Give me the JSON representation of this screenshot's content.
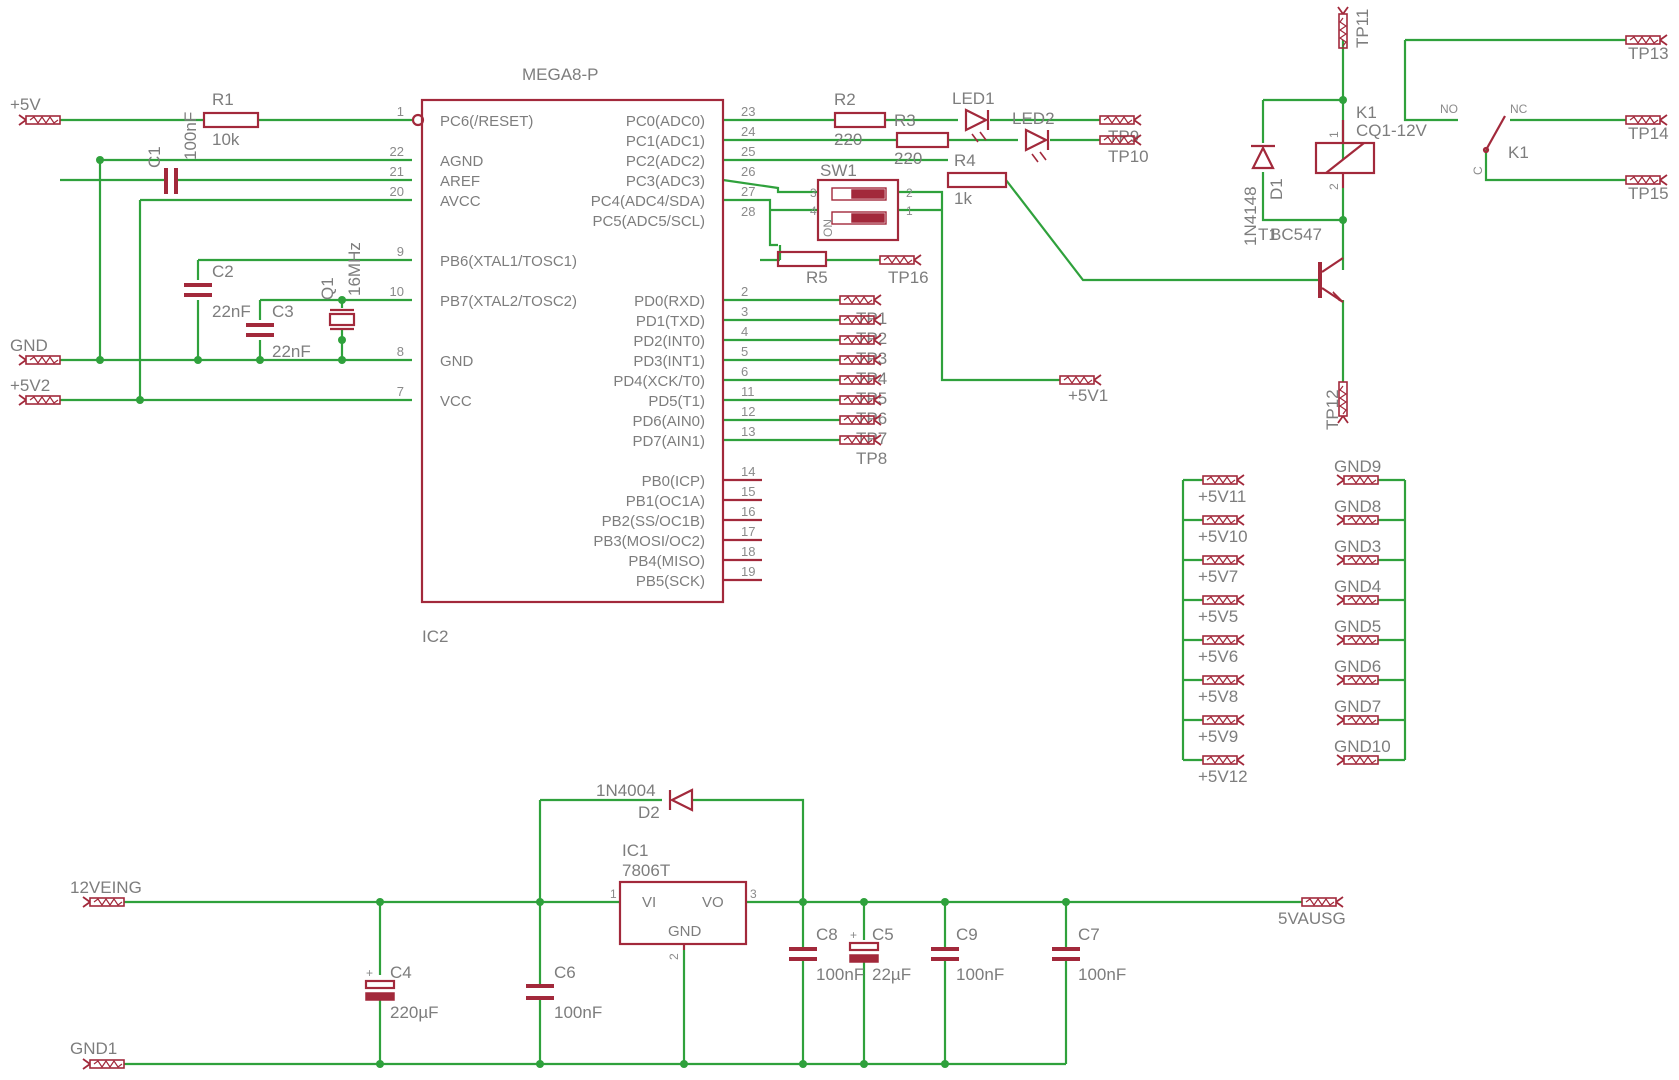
{
  "ic2": {
    "part": "MEGA8-P",
    "name": "IC2",
    "left_pins": [
      {
        "num": "1",
        "name": "PC6(/RESET)"
      },
      {
        "num": "22",
        "name": "AGND"
      },
      {
        "num": "21",
        "name": "AREF"
      },
      {
        "num": "20",
        "name": "AVCC"
      },
      {
        "num": "9",
        "name": "PB6(XTAL1/TOSC1)"
      },
      {
        "num": "10",
        "name": "PB7(XTAL2/TOSC2)"
      },
      {
        "num": "8",
        "name": "GND"
      },
      {
        "num": "7",
        "name": "VCC"
      }
    ],
    "right_pins": [
      {
        "num": "23",
        "name": "PC0(ADC0)"
      },
      {
        "num": "24",
        "name": "PC1(ADC1)"
      },
      {
        "num": "25",
        "name": "PC2(ADC2)"
      },
      {
        "num": "26",
        "name": "PC3(ADC3)"
      },
      {
        "num": "27",
        "name": "PC4(ADC4/SDA)"
      },
      {
        "num": "28",
        "name": "PC5(ADC5/SCL)"
      },
      {
        "num": "2",
        "name": "PD0(RXD)"
      },
      {
        "num": "3",
        "name": "PD1(TXD)"
      },
      {
        "num": "4",
        "name": "PD2(INT0)"
      },
      {
        "num": "5",
        "name": "PD3(INT1)"
      },
      {
        "num": "6",
        "name": "PD4(XCK/T0)"
      },
      {
        "num": "11",
        "name": "PD5(T1)"
      },
      {
        "num": "12",
        "name": "PD6(AIN0)"
      },
      {
        "num": "13",
        "name": "PD7(AIN1)"
      },
      {
        "num": "14",
        "name": "PB0(ICP)"
      },
      {
        "num": "15",
        "name": "PB1(OC1A)"
      },
      {
        "num": "16",
        "name": "PB2(SS/OC1B)"
      },
      {
        "num": "17",
        "name": "PB3(MOSI/OC2)"
      },
      {
        "num": "18",
        "name": "PB4(MISO)"
      },
      {
        "num": "19",
        "name": "PB5(SCK)"
      }
    ]
  },
  "components": {
    "r1": {
      "name": "R1",
      "value": "10k"
    },
    "r2": {
      "name": "R2",
      "value": "220"
    },
    "r3": {
      "name": "R3",
      "value": "220"
    },
    "r4": {
      "name": "R4",
      "value": "1k"
    },
    "r5": {
      "name": "R5"
    },
    "c1": {
      "name": "C1",
      "value": "100nF"
    },
    "c2": {
      "name": "C2",
      "value": "22nF"
    },
    "c3": {
      "name": "C3",
      "value": "22nF"
    },
    "c4": {
      "name": "C4",
      "value": "220µF"
    },
    "c5": {
      "name": "C5",
      "value": "22µF"
    },
    "c6": {
      "name": "C6",
      "value": "100nF"
    },
    "c7": {
      "name": "C7",
      "value": "100nF"
    },
    "c8": {
      "name": "C8",
      "value": "100nF"
    },
    "c9": {
      "name": "C9",
      "value": "100nF"
    },
    "q1": {
      "name": "Q1",
      "value": "16MHz"
    },
    "led1": {
      "name": "LED1"
    },
    "led2": {
      "name": "LED2"
    },
    "sw1": {
      "name": "SW1",
      "pins": [
        "3",
        "4",
        "2",
        "1"
      ],
      "on_label": "ON"
    },
    "k1": {
      "name": "K1",
      "part": "CQ1-12V",
      "contact_name": "K1",
      "pin1": "1",
      "pin2": "2",
      "no": "NO",
      "nc": "NC",
      "c": "C"
    },
    "d1": {
      "name": "D1",
      "part": "1N4148"
    },
    "t1": {
      "name": "T1",
      "part": "BC547"
    },
    "d2": {
      "name": "D2",
      "part": "1N4004"
    },
    "ic1": {
      "name": "IC1",
      "part": "7806T",
      "vi": "VI",
      "vo": "VO",
      "gnd": "GND",
      "pin_in": "1",
      "pin_out": "3",
      "pin_gnd": "2"
    }
  },
  "connectors": {
    "p5v": "+5V",
    "gnd": "GND",
    "p5v2": "+5V2",
    "p5v1": "+5V1",
    "v12in": "12VEING",
    "gnd1": "GND1",
    "v5out": "5VAUSG",
    "tp9": "TP9",
    "tp10": "TP10",
    "tp16": "TP16",
    "tp11": "TP11",
    "tp12": "TP12",
    "tp13": "TP13",
    "tp14": "TP14",
    "tp15": "TP15",
    "tp_pd": [
      "TP1",
      "TP2",
      "TP3",
      "TP4",
      "TP5",
      "TP6",
      "TP7",
      "TP8"
    ],
    "p5v_list": [
      "+5V11",
      "+5V10",
      "+5V7",
      "+5V5",
      "+5V6",
      "+5V8",
      "+5V9",
      "+5V12"
    ],
    "gnd_list": [
      "GND9",
      "GND8",
      "GND3",
      "GND4",
      "GND5",
      "GND6",
      "GND7",
      "GND10"
    ]
  }
}
